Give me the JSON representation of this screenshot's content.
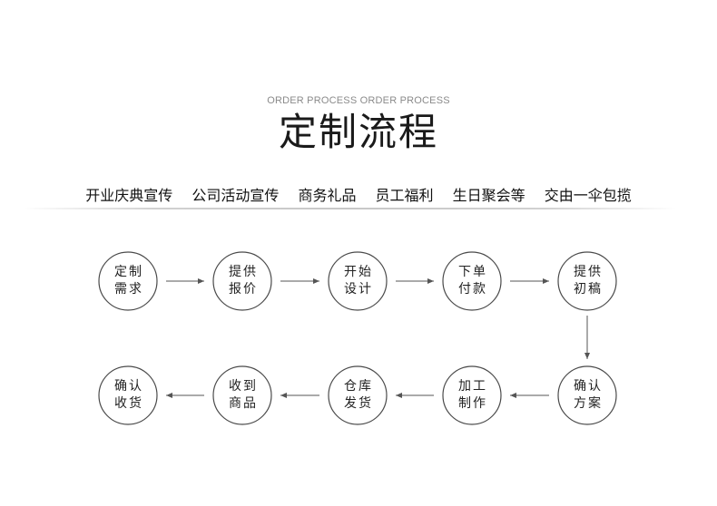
{
  "header": {
    "subtitle": "ORDER PROCESS ORDER PROCESS",
    "title": "定制流程"
  },
  "services": [
    "开业庆典宣传",
    "公司活动宣传",
    "商务礼品",
    "员工福利",
    "生日聚会等",
    "交由一伞包揽"
  ],
  "steps": [
    {
      "line1": "定制",
      "line2": "需求"
    },
    {
      "line1": "提供",
      "line2": "报价"
    },
    {
      "line1": "开始",
      "line2": "设计"
    },
    {
      "line1": "下单",
      "line2": "付款"
    },
    {
      "line1": "提供",
      "line2": "初稿"
    },
    {
      "line1": "确认",
      "line2": "方案"
    },
    {
      "line1": "加工",
      "line2": "制作"
    },
    {
      "line1": "仓库",
      "line2": "发货"
    },
    {
      "line1": "收到",
      "line2": "商品"
    },
    {
      "line1": "确认",
      "line2": "收货"
    }
  ],
  "colors": {
    "circle_stroke": "#4a4a4a",
    "arrow": "#555555",
    "text": "#222222"
  }
}
